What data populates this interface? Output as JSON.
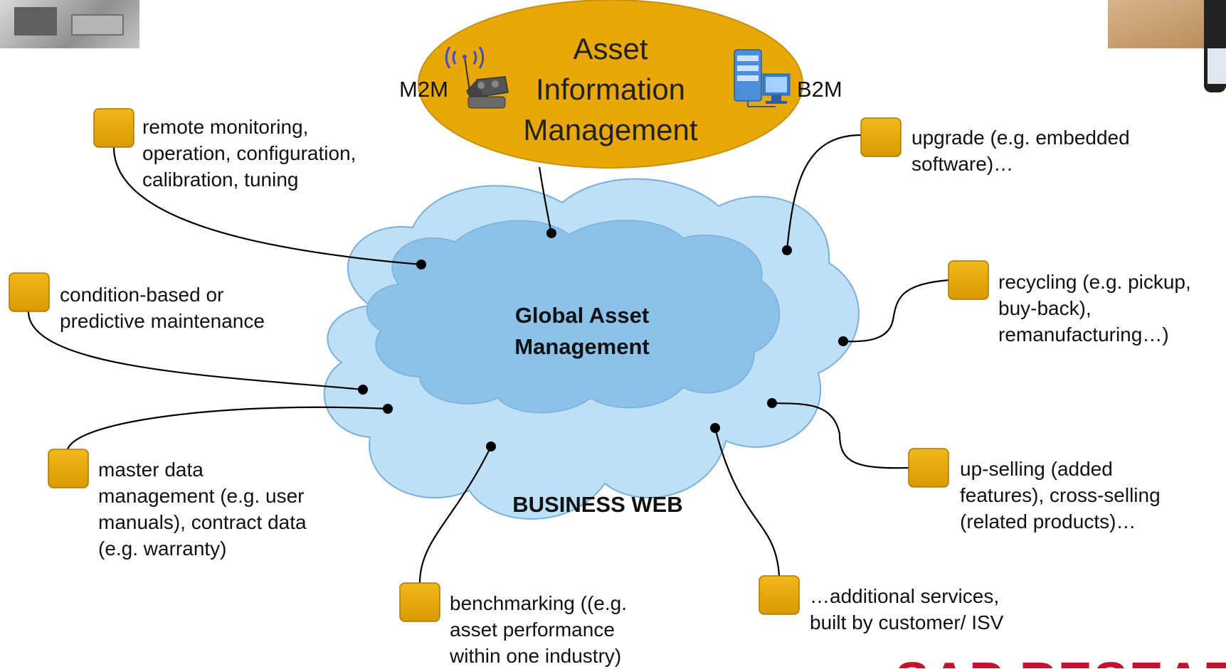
{
  "central": {
    "aim_title_lines": [
      "Asset",
      "Information",
      "Management"
    ],
    "left_channel": "M2M",
    "right_channel": "B2M",
    "cloud_title_lines": [
      "Global Asset",
      "Management"
    ],
    "cloud_subtitle": "BUSINESS WEB"
  },
  "services": [
    {
      "id": "remote",
      "lines": [
        "remote monitoring,",
        "operation, configuration,",
        "calibration, tuning"
      ]
    },
    {
      "id": "condition",
      "lines": [
        "condition-based or",
        "predictive maintenance"
      ]
    },
    {
      "id": "masterdata",
      "lines": [
        "master data",
        "management (e.g. user",
        "manuals), contract data",
        "(e.g. warranty)"
      ]
    },
    {
      "id": "benchmark",
      "lines": [
        "benchmarking ((e.g.",
        "asset performance",
        "within one industry)"
      ]
    },
    {
      "id": "additional",
      "lines": [
        "…additional services,",
        "built by customer/ ISV"
      ]
    },
    {
      "id": "upselling",
      "lines": [
        "up-selling (added",
        "features), cross-selling",
        "(related products)…"
      ]
    },
    {
      "id": "recycling",
      "lines": [
        "recycling (e.g. pickup,",
        "buy-back),",
        "remanufacturing…)"
      ]
    },
    {
      "id": "upgrade",
      "lines": [
        "upgrade (e.g. embedded",
        "software)…"
      ]
    }
  ],
  "branding": {
    "logo_text": "SAP RESEARCH"
  },
  "colors": {
    "node": "#E8A808",
    "aim": "#E8A808",
    "cloud_outer": "#BDE0F7",
    "cloud_inner": "#8CC1EA",
    "cloud_stroke": "#7AAEDD",
    "line": "#000000",
    "logo": "#C8102E"
  },
  "icons": [
    "wireless-remote-icon",
    "server-computer-icon"
  ]
}
